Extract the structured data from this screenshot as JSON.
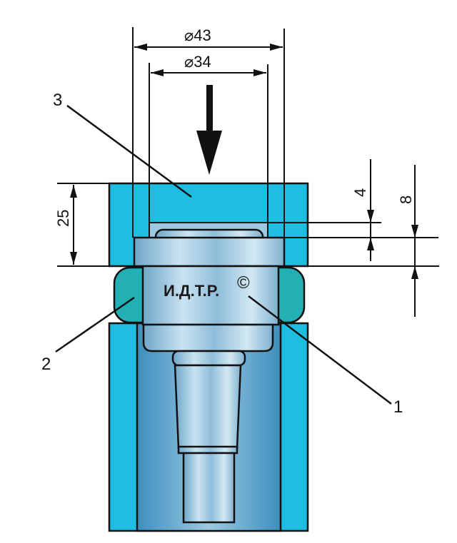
{
  "diagram": {
    "dimensions": {
      "outer_diameter": "⌀43",
      "inner_diameter": "⌀34",
      "height_25": "25",
      "gap_4": "4",
      "gap_8": "8"
    },
    "callouts": [
      "1",
      "2",
      "3"
    ],
    "stamp": "И.Д.Т.Р.",
    "copyright": "©",
    "colors": {
      "die": "#1fbde0",
      "ring": "#22b0b5",
      "part": "#9cc8e0",
      "outline": "#111111"
    }
  }
}
